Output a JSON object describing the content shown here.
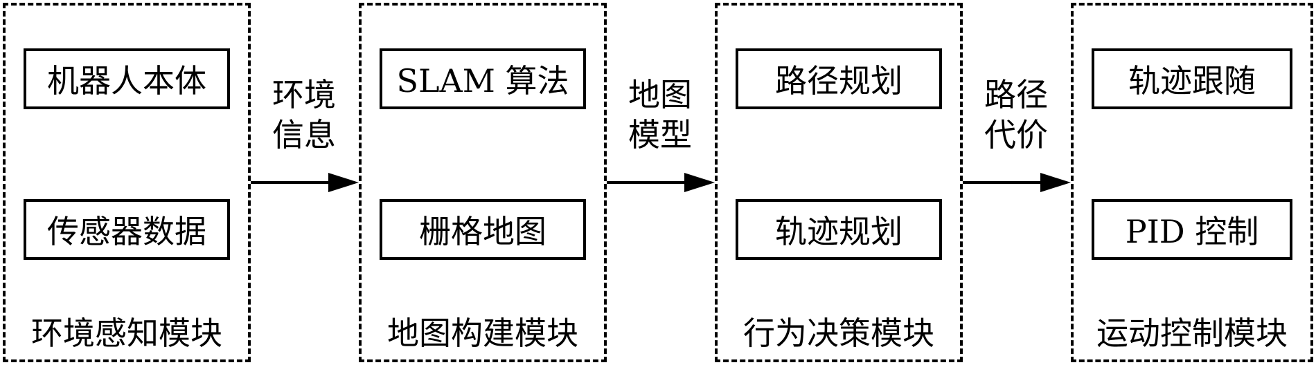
{
  "modules": [
    {
      "label": "环境感知模块",
      "top_box": "机器人本体",
      "bottom_box": "传感器数据"
    },
    {
      "label": "地图构建模块",
      "top_box": "SLAM 算法",
      "bottom_box": "栅格地图"
    },
    {
      "label": "行为决策模块",
      "top_box": "路径规划",
      "bottom_box": "轨迹规划"
    },
    {
      "label": "运动控制模块",
      "top_box": "轨迹跟随",
      "bottom_box": "PID 控制"
    }
  ],
  "connectors": [
    {
      "line1": "环境",
      "line2": "信息"
    },
    {
      "line1": "地图",
      "line2": "模型"
    },
    {
      "line1": "路径",
      "line2": "代价"
    }
  ]
}
